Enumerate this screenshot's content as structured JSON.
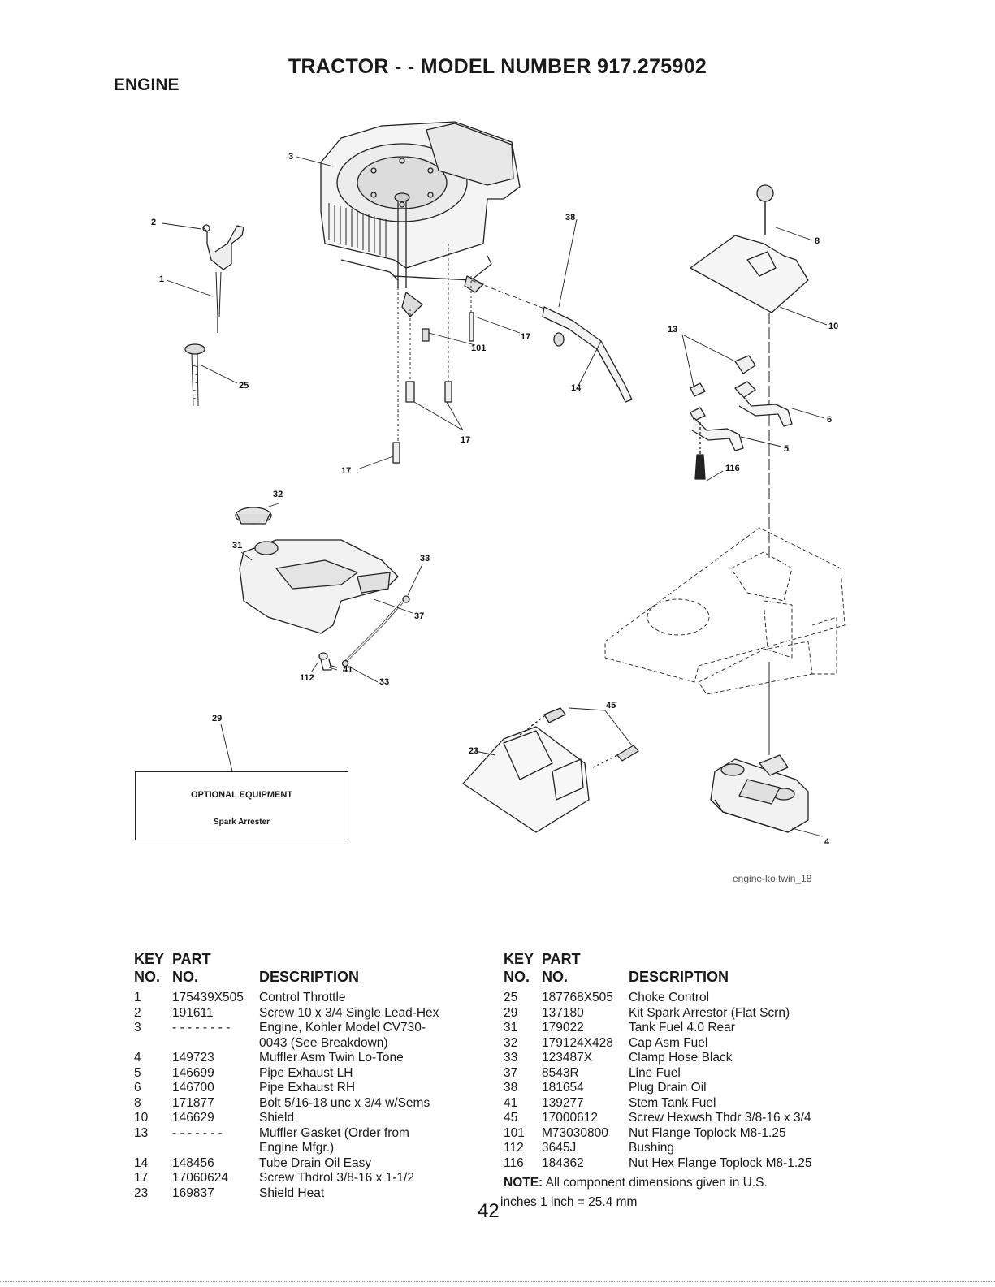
{
  "header": {
    "title": "TRACTOR - - MODEL NUMBER 917.275902",
    "section": "ENGINE"
  },
  "diagram": {
    "reference": "engine-ko.twin_18",
    "callouts": {
      "c3": "3",
      "c2": "2",
      "c1": "1",
      "c25": "25",
      "c38": "38",
      "c17a": "17",
      "c101": "101",
      "c14": "14",
      "c17b": "17",
      "c17c": "17",
      "c8": "8",
      "c10": "10",
      "c13": "13",
      "c6": "6",
      "c5": "5",
      "c116": "116",
      "c32": "32",
      "c31": "31",
      "c33a": "33",
      "c37": "37",
      "c112": "112",
      "c41": "41",
      "c33b": "33",
      "c29": "29",
      "c45": "45",
      "c23": "23",
      "c4": "4"
    },
    "optional_box": {
      "heading": "OPTIONAL EQUIPMENT",
      "item": "Spark Arrester"
    }
  },
  "parts_table": {
    "headers": {
      "key_top": "KEY",
      "part_top": "PART",
      "key": "NO.",
      "part": "NO.",
      "description": "DESCRIPTION"
    },
    "left": [
      {
        "key": "1",
        "part": "175439X505",
        "desc": [
          "Control Throttle"
        ]
      },
      {
        "key": "2",
        "part": "191611",
        "desc": [
          "Screw 10 x 3/4 Single Lead-Hex"
        ]
      },
      {
        "key": "3",
        "part": "- - - - - - - -",
        "desc": [
          "Engine, Kohler Model CV730-",
          "0043 (See Breakdown)"
        ]
      },
      {
        "key": "4",
        "part": "149723",
        "desc": [
          "Muffler Asm Twin Lo-Tone"
        ]
      },
      {
        "key": "5",
        "part": "146699",
        "desc": [
          "Pipe Exhaust LH"
        ]
      },
      {
        "key": "6",
        "part": "146700",
        "desc": [
          "Pipe Exhaust RH"
        ]
      },
      {
        "key": "8",
        "part": "171877",
        "desc": [
          "Bolt 5/16-18 unc x 3/4 w/Sems"
        ]
      },
      {
        "key": "10",
        "part": "146629",
        "desc": [
          "Shield"
        ]
      },
      {
        "key": "13",
        "part": "- - - - - - -",
        "desc": [
          "Muffler Gasket (Order from",
          "Engine Mfgr.)"
        ]
      },
      {
        "key": "14",
        "part": "148456",
        "desc": [
          "Tube Drain Oil Easy"
        ]
      },
      {
        "key": "17",
        "part": "17060624",
        "desc": [
          "Screw Thdrol 3/8-16 x 1-1/2"
        ]
      },
      {
        "key": "23",
        "part": "169837",
        "desc": [
          "Shield Heat"
        ]
      }
    ],
    "right": [
      {
        "key": "25",
        "part": "187768X505",
        "desc": [
          "Choke Control"
        ]
      },
      {
        "key": "29",
        "part": "137180",
        "desc": [
          "Kit Spark Arrestor (Flat Scrn)"
        ]
      },
      {
        "key": "31",
        "part": "179022",
        "desc": [
          "Tank Fuel 4.0 Rear"
        ]
      },
      {
        "key": "32",
        "part": "179124X428",
        "desc": [
          "Cap Asm Fuel"
        ]
      },
      {
        "key": "33",
        "part": "123487X",
        "desc": [
          "Clamp Hose Black"
        ]
      },
      {
        "key": "37",
        "part": "8543R",
        "desc": [
          "Line Fuel"
        ]
      },
      {
        "key": "38",
        "part": "181654",
        "desc": [
          "Plug Drain Oil"
        ]
      },
      {
        "key": "41",
        "part": "139277",
        "desc": [
          "Stem Tank Fuel"
        ]
      },
      {
        "key": "45",
        "part": "17000612",
        "desc": [
          "Screw Hexwsh Thdr 3/8-16 x 3/4"
        ]
      },
      {
        "key": "101",
        "part": "M73030800",
        "desc": [
          "Nut Flange Toplock M8-1.25"
        ]
      },
      {
        "key": "112",
        "part": "3645J",
        "desc": [
          "Bushing"
        ]
      },
      {
        "key": "116",
        "part": "184362",
        "desc": [
          "Nut Hex Flange Toplock M8-1.25"
        ]
      }
    ],
    "note_label": "NOTE:",
    "note_text": "All component dimensions given in U.S.",
    "note_text2": "inches 1 inch = 25.4 mm"
  },
  "footer": {
    "page_number": "42"
  }
}
